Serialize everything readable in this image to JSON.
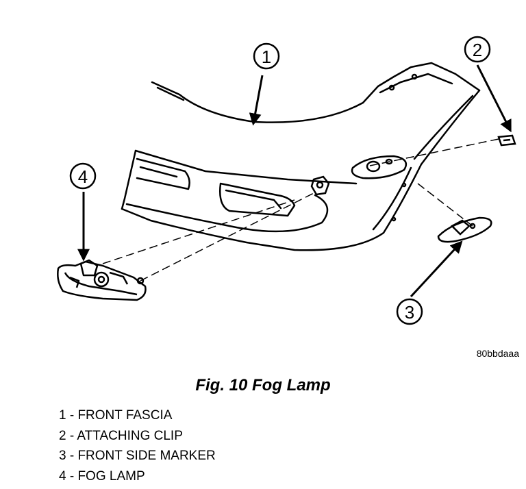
{
  "figure_code": "80bbdaaa",
  "caption": "Fig. 10 Fog Lamp",
  "callouts": [
    {
      "number": "1",
      "target": "front-fascia"
    },
    {
      "number": "2",
      "target": "attaching-clip"
    },
    {
      "number": "3",
      "target": "front-side-marker"
    },
    {
      "number": "4",
      "target": "fog-lamp"
    }
  ],
  "legend": [
    "1 - FRONT FASCIA",
    "2 - ATTACHING CLIP",
    "3 - FRONT SIDE MARKER",
    "4 - FOG LAMP"
  ]
}
